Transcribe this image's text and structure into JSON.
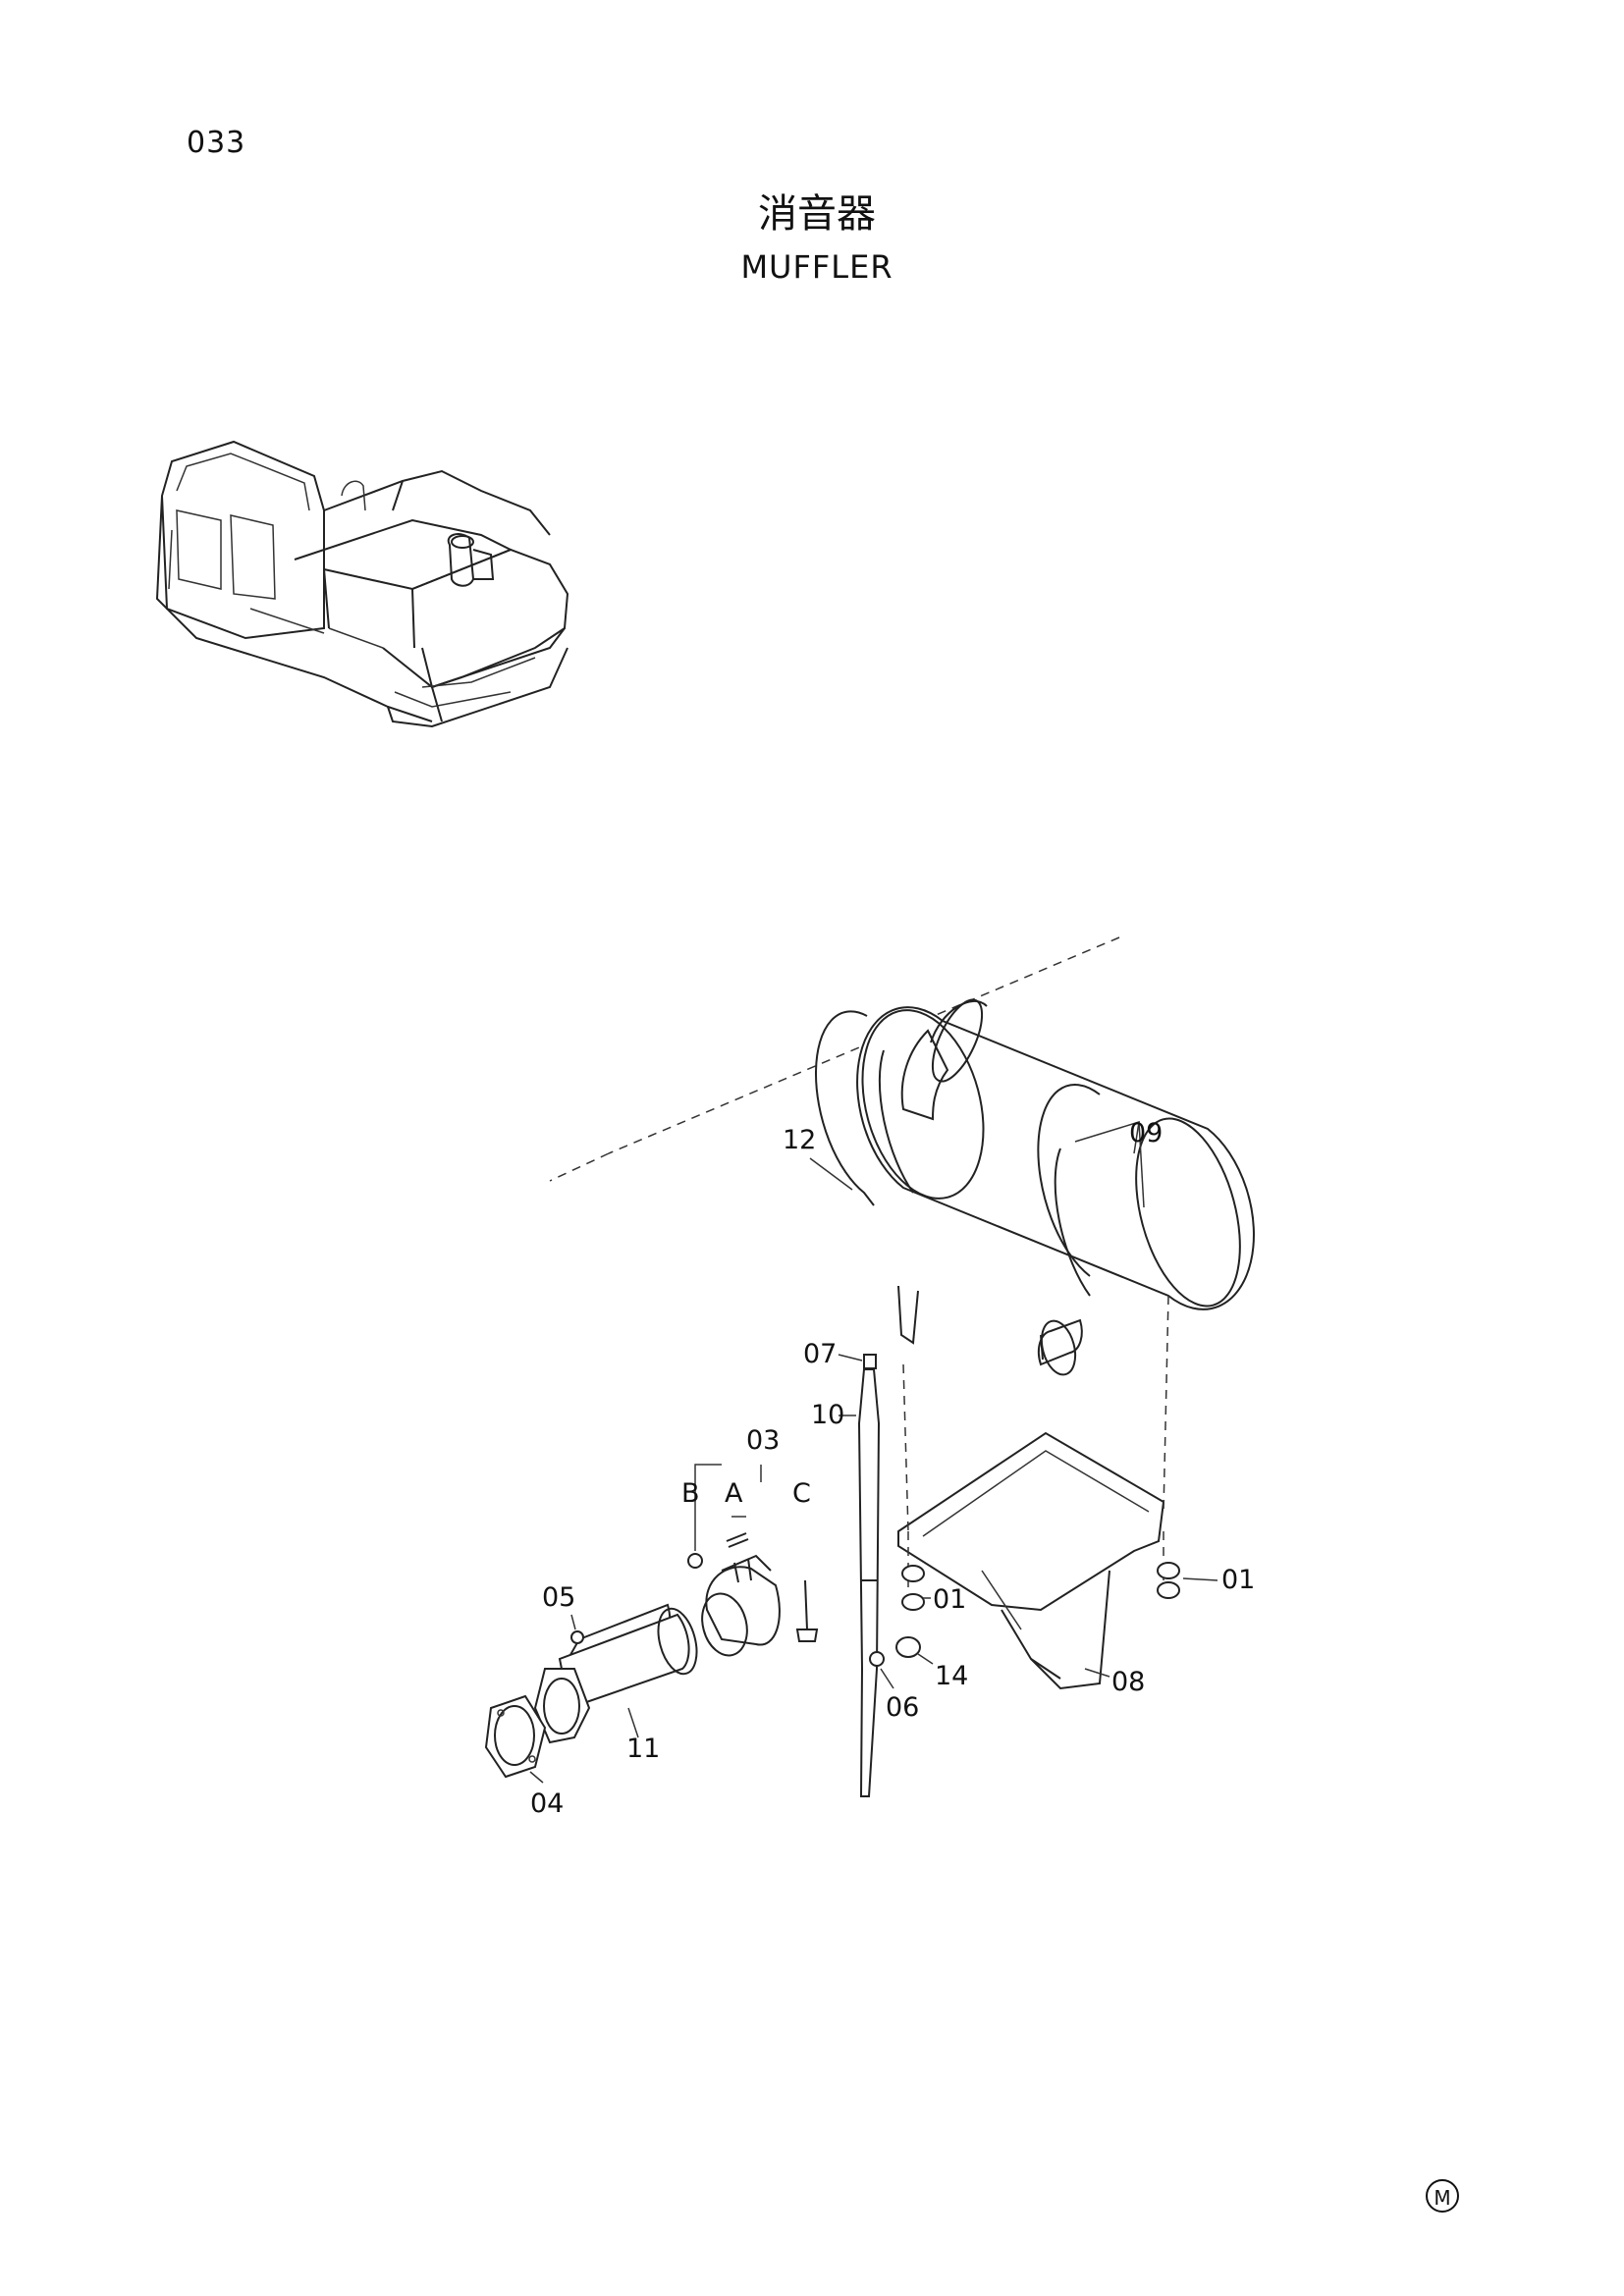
{
  "page": {
    "number": "033"
  },
  "title": {
    "japanese": "消音器",
    "english": "MUFFLER"
  },
  "callouts": {
    "p12": "12",
    "p09": "09",
    "p07": "07",
    "p10": "10",
    "p03": "03",
    "pB": "B",
    "pA": "A",
    "pC": "C",
    "p05": "05",
    "p01a": "01",
    "p01b": "01",
    "p14": "14",
    "p06": "06",
    "p08": "08",
    "p11": "11",
    "p04": "04"
  },
  "footer": {
    "mark": "M"
  }
}
